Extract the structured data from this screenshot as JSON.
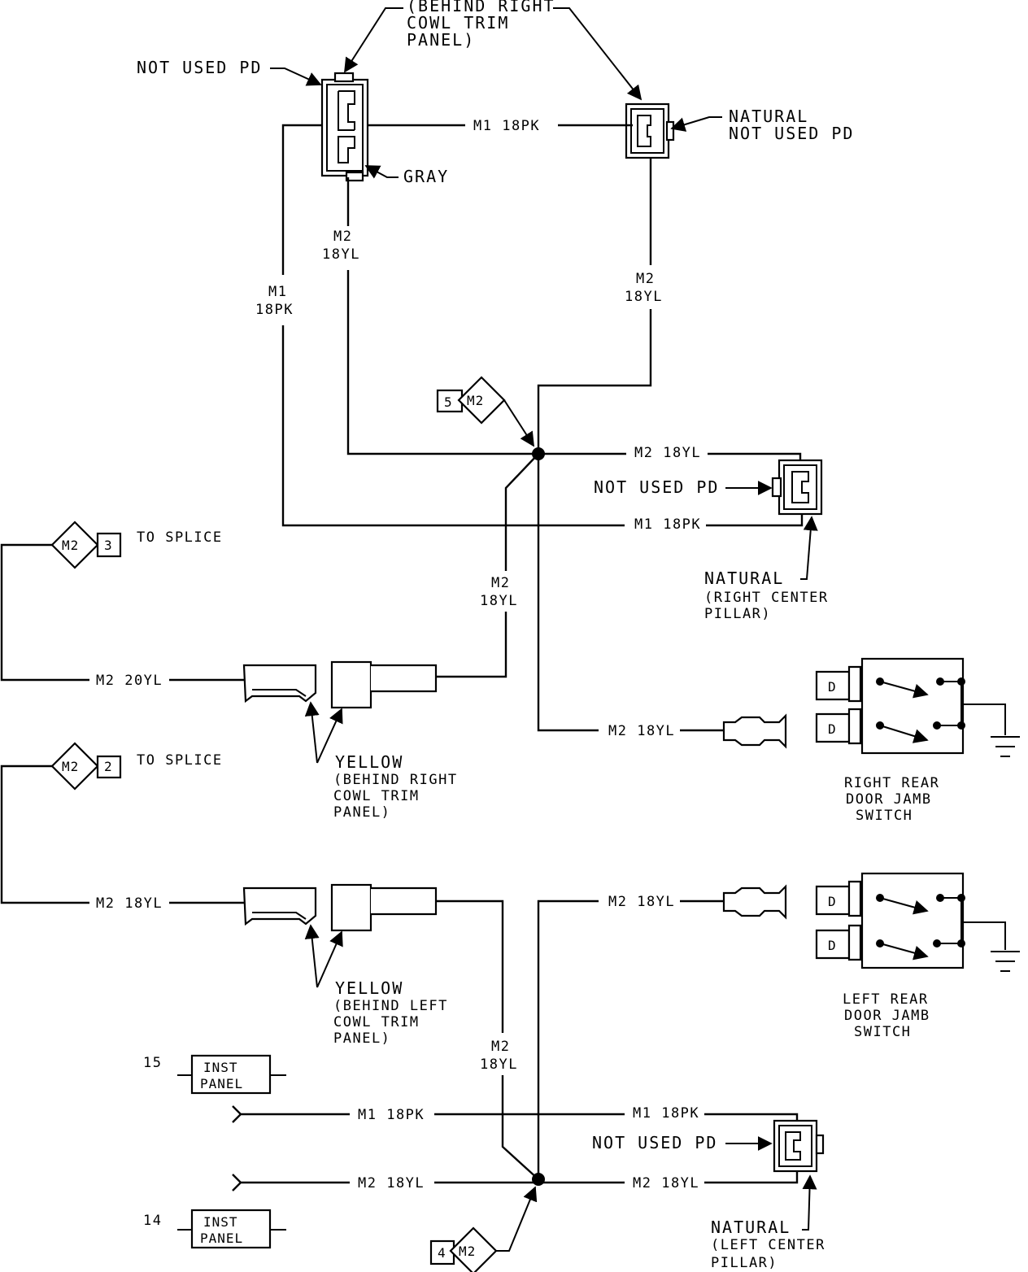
{
  "connectors": {
    "top_left_location": [
      "(BEHIND RIGHT",
      "COWL TRIM",
      "PANEL)"
    ],
    "top_left_note": "NOT USED PD",
    "top_left_color": "GRAY",
    "top_right_color": "NATURAL",
    "top_right_note": "NOT USED PD",
    "right_center_note": "NOT USED PD",
    "right_center_label": [
      "NATURAL",
      "(RIGHT CENTER",
      "PILLAR)"
    ],
    "left_center_note": "NOT USED PD",
    "left_center_label": [
      "NATURAL",
      "(LEFT CENTER",
      "PILLAR)"
    ],
    "inline_right_label": [
      "YELLOW",
      "(BEHIND RIGHT",
      "COWL TRIM",
      "PANEL)"
    ],
    "inline_left_label": [
      "YELLOW",
      "(BEHIND LEFT",
      "COWL TRIM",
      "PANEL)"
    ]
  },
  "wires": {
    "m1_18pk": "M1 18PK",
    "m2_18yl": "M2 18YL",
    "m2_20yl": "M2 20YL",
    "m1": "M1",
    "m2": "M2",
    "pk18": "18PK",
    "yl18": "18YL"
  },
  "splices": {
    "splice_5": {
      "num": "5",
      "id": "M2"
    },
    "splice_3": {
      "num": "3",
      "id": "M2",
      "label": "TO SPLICE"
    },
    "splice_2": {
      "num": "2",
      "id": "M2",
      "label": "TO SPLICE"
    },
    "splice_4": {
      "num": "4",
      "id": "M2"
    }
  },
  "switches": {
    "right_rear": [
      "RIGHT REAR",
      "DOOR JAMB",
      "SWITCH"
    ],
    "left_rear": [
      "LEFT REAR",
      "DOOR JAMB",
      "SWITCH"
    ],
    "terminal": "D"
  },
  "inst_panel": {
    "label": [
      "INST",
      "PANEL"
    ],
    "ref_upper": "15",
    "ref_lower": "14"
  }
}
